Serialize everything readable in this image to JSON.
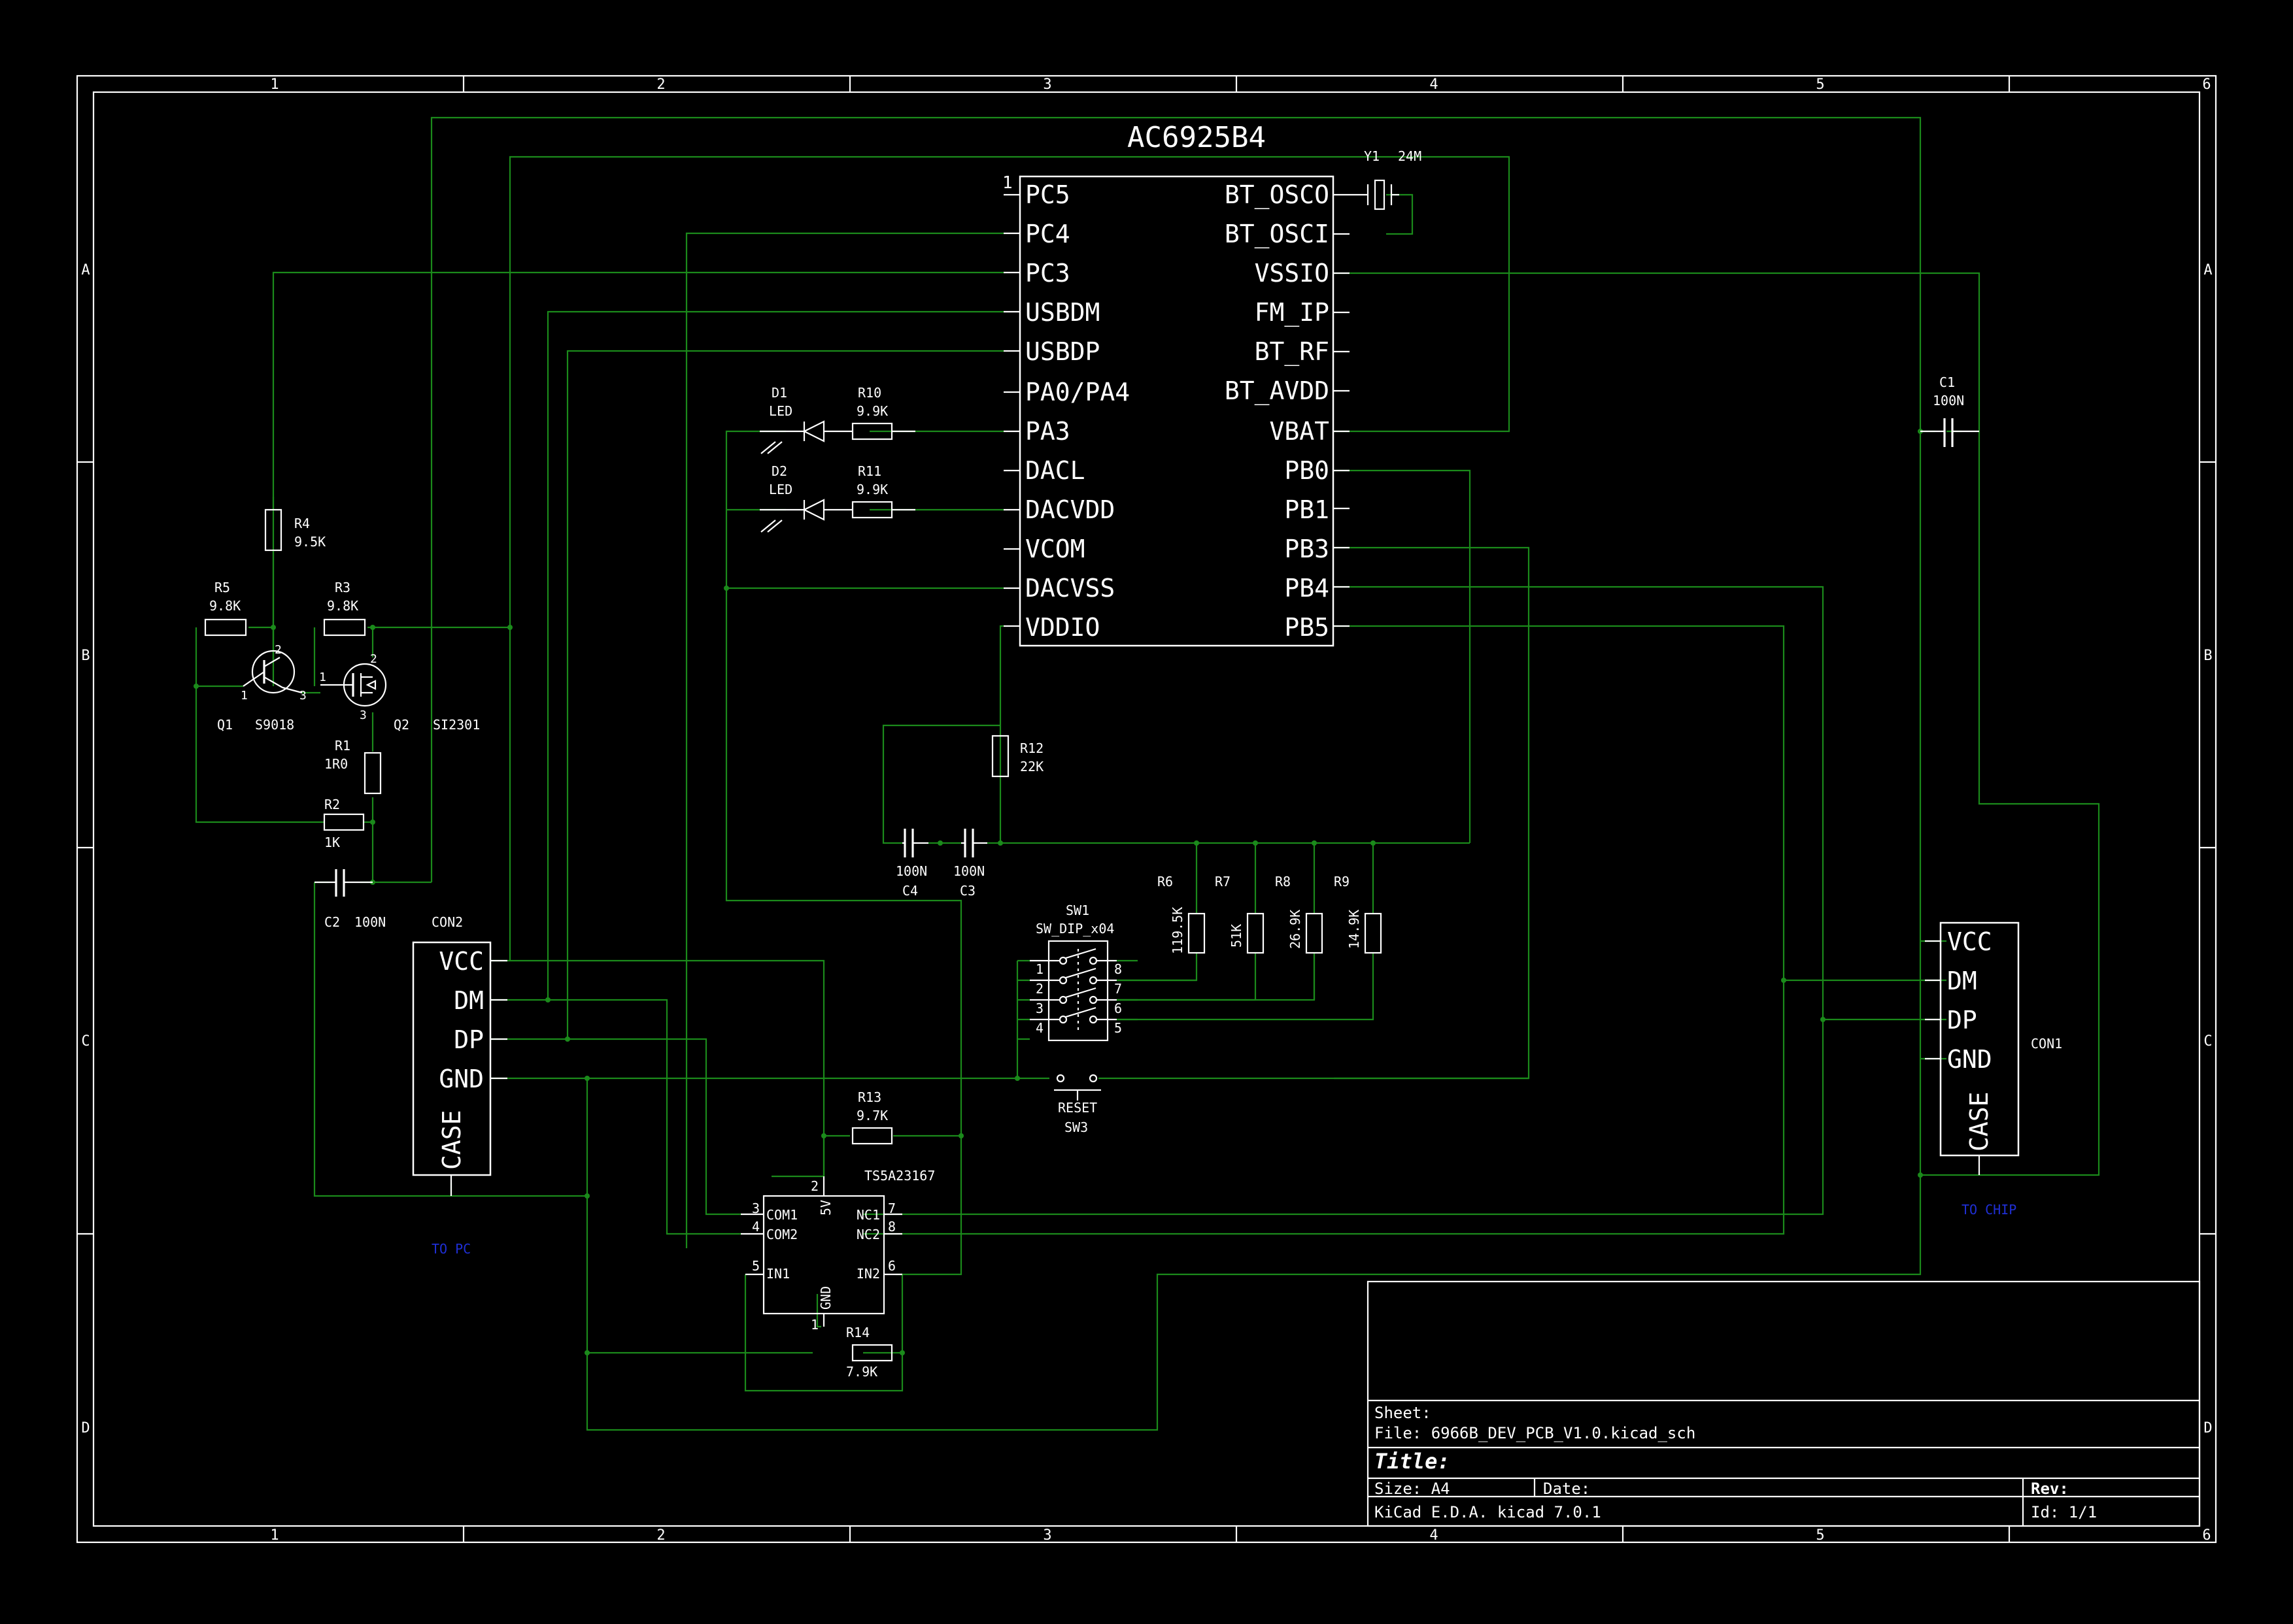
{
  "frame": {
    "col_labels": [
      "1",
      "2",
      "3",
      "4",
      "5",
      "6"
    ],
    "row_labels": [
      "A",
      "B",
      "C",
      "D"
    ]
  },
  "ic_main": {
    "name": "AC6925B4",
    "pin1_number": "1",
    "left_pins": [
      "PC5",
      "PC4",
      "PC3",
      "USBDM",
      "USBDP",
      "PA0/PA4",
      "PA3",
      "DACL",
      "DACVDD",
      "VCOM",
      "DACVSS",
      "VDDIO"
    ],
    "right_pins": [
      "BT_OSCO",
      "BT_OSCI",
      "VSSIO",
      "FM_IP",
      "BT_RF",
      "BT_AVDD",
      "VBAT",
      "PB0",
      "PB1",
      "PB3",
      "PB4",
      "PB5"
    ]
  },
  "parts": {
    "y1": {
      "ref": "Y1",
      "value": "24M"
    },
    "c1": {
      "ref": "C1",
      "value": "100N"
    },
    "d1": {
      "ref": "D1",
      "value": "LED"
    },
    "d2": {
      "ref": "D2",
      "value": "LED"
    },
    "r10": {
      "ref": "R10",
      "value": "9.9K"
    },
    "r11": {
      "ref": "R11",
      "value": "9.9K"
    },
    "r4": {
      "ref": "R4",
      "value": "9.5K"
    },
    "r5": {
      "ref": "R5",
      "value": "9.8K"
    },
    "r3": {
      "ref": "R3",
      "value": "9.8K"
    },
    "q1": {
      "ref": "Q1",
      "value": "S9018",
      "pins": [
        "1",
        "2",
        "3"
      ]
    },
    "q2": {
      "ref": "Q2",
      "value": "SI2301",
      "pins": [
        "1",
        "2",
        "3"
      ]
    },
    "r1": {
      "ref": "R1",
      "value": "1R0"
    },
    "r2": {
      "ref": "R2",
      "value": "1K"
    },
    "c2": {
      "ref": "C2",
      "value": "100N"
    },
    "r12": {
      "ref": "R12",
      "value": "22K"
    },
    "c4": {
      "ref": "C4",
      "value": "100N"
    },
    "c3": {
      "ref": "C3",
      "value": "100N"
    },
    "r6": {
      "ref": "R6",
      "value": "119.5K"
    },
    "r7": {
      "ref": "R7",
      "value": "51K"
    },
    "r8": {
      "ref": "R8",
      "value": "26.9K"
    },
    "r9": {
      "ref": "R9",
      "value": "14.9K"
    },
    "sw1": {
      "ref": "SW1",
      "value": "SW_DIP_x04",
      "pins_left": [
        "1",
        "2",
        "3",
        "4"
      ],
      "pins_right": [
        "8",
        "7",
        "6",
        "5"
      ]
    },
    "sw3": {
      "ref": "SW3",
      "value": "RESET"
    },
    "r13": {
      "ref": "R13",
      "value": "9.7K"
    },
    "r14": {
      "ref": "R14",
      "value": "7.9K"
    }
  },
  "con2": {
    "ref": "CON2",
    "pins": [
      "VCC",
      "DM",
      "DP",
      "GND"
    ],
    "case": "CASE",
    "note": "TO PC"
  },
  "con1": {
    "ref": "CON1",
    "pins": [
      "VCC",
      "DM",
      "DP",
      "GND"
    ],
    "case": "CASE",
    "note": "TO CHIP"
  },
  "mux": {
    "name": "TS5A23167",
    "pins": {
      "com1": "COM1",
      "com2": "COM2",
      "in1": "IN1",
      "nc1": "NC1",
      "nc2": "NC2",
      "in2": "IN2",
      "v5": "5V",
      "gnd": "GND"
    },
    "pin_numbers": {
      "com1": "3",
      "com2": "4",
      "in1": "5",
      "nc1": "7",
      "nc2": "8",
      "in2": "6",
      "v5": "2",
      "gnd": "1"
    }
  },
  "title_block": {
    "sheet_label": "Sheet:",
    "file_label": "File: 6966B_DEV_PCB_V1.0.kicad_sch",
    "title_label": "Title:",
    "size_label": "Size: A4",
    "date_label": "Date:",
    "rev_label": "Rev:",
    "tool_label": "KiCad E.D.A.  kicad 7.0.1",
    "id_label": "Id: 1/1"
  },
  "colors": {
    "wire": "#1b8a1b",
    "part": "#ffffff",
    "background": "#000000",
    "note": "#1f2fd6"
  }
}
